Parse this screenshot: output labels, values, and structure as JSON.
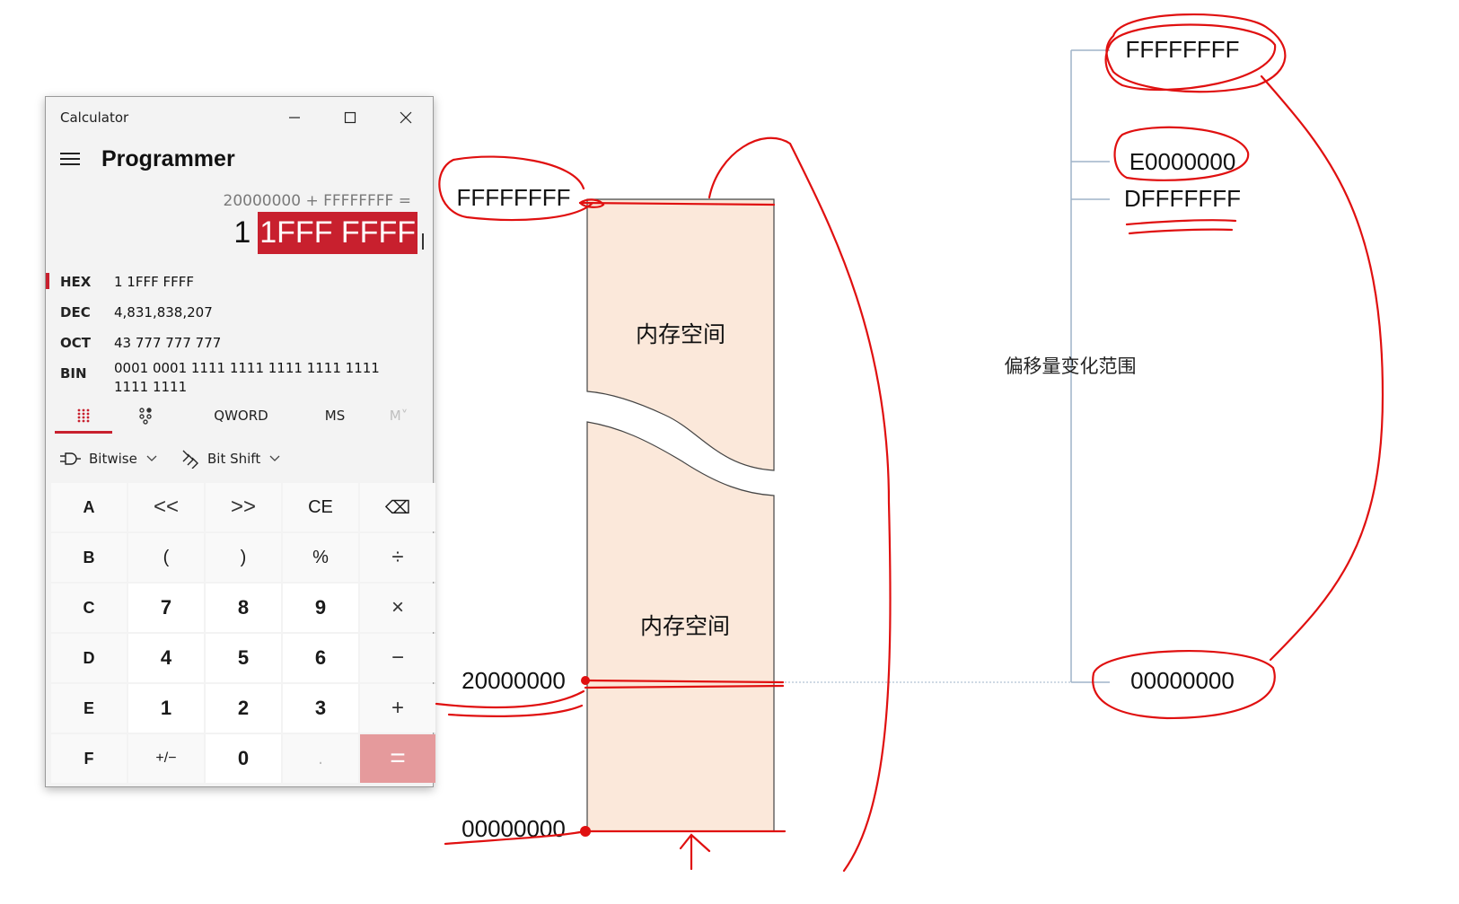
{
  "calculator": {
    "window_title": "Calculator",
    "mode": "Programmer",
    "expression": "20000000 + FFFFFFFF =",
    "result_prefix": "1",
    "result_selected": "1FFF FFFF",
    "radix": [
      {
        "name": "HEX",
        "value": "1 1FFF FFFF",
        "active": true
      },
      {
        "name": "DEC",
        "value": "4,831,838,207",
        "active": false
      },
      {
        "name": "OCT",
        "value": "43 777 777 777",
        "active": false
      },
      {
        "name": "BIN",
        "value": "0001 0001 1111 1111 1111 1111 1111 1111 1111",
        "active": false
      }
    ],
    "tabs": {
      "word_size": "QWORD",
      "memory_store": "MS",
      "memory_recall": "M˅"
    },
    "functions": {
      "bitwise": "Bitwise",
      "bitshift": "Bit Shift"
    },
    "keys": [
      "A",
      "<<",
      ">>",
      "CE",
      "⌫",
      "B",
      "(",
      ")",
      "%",
      "÷",
      "C",
      "7",
      "8",
      "9",
      "×",
      "D",
      "4",
      "5",
      "6",
      "−",
      "E",
      "1",
      "2",
      "3",
      "+",
      "F",
      "+/−",
      "0",
      ".",
      "="
    ],
    "accent": "#c8202e"
  },
  "diagram": {
    "left_labels": {
      "top": "FFFFFFFF",
      "middle": "20000000",
      "bottom": "00000000"
    },
    "memory_label_1": "内存空间",
    "memory_label_2": "内存空间",
    "right_title": "偏移量变化范围",
    "right_labels": {
      "top": "FFFFFFFF",
      "second": "E0000000",
      "third": "DFFFFFFF",
      "bottom": "00000000"
    },
    "block_fill": "#fbe8da",
    "annotation_color": "#e01010"
  }
}
